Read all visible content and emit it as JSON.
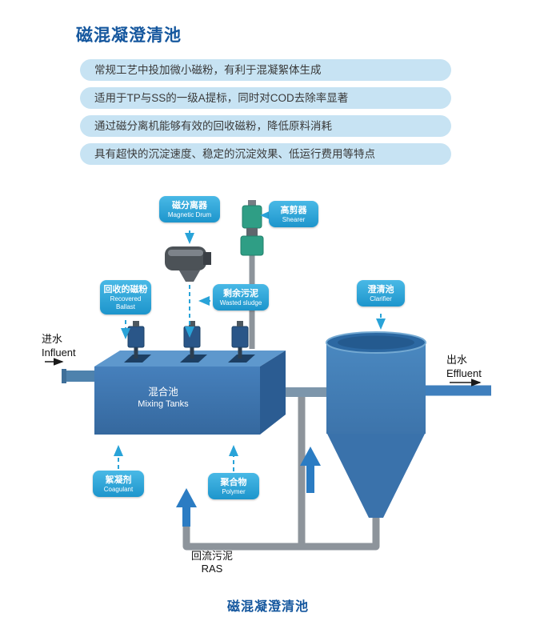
{
  "page": {
    "title": "磁混凝澄清池",
    "caption": "磁混凝澄清池"
  },
  "features": [
    "常规工艺中投加微小磁粉，有利于混凝絮体生成",
    "适用于TP与SS的一级A提标，同时对COD去除率显著",
    "通过磁分离机能够有效的回收磁粉，降低原料消耗",
    "具有超快的沉淀速度、稳定的沉淀效果、低运行费用等特点"
  ],
  "diagram": {
    "labels": {
      "magnetic_drum": {
        "zh": "磁分离器",
        "en": "Magnetic Drum"
      },
      "shearer": {
        "zh": "高剪器",
        "en": "Shearer"
      },
      "recovered_ballast": {
        "zh": "回收的磁粉",
        "en": "Recovered Ballast"
      },
      "wasted_sludge": {
        "zh": "剩余污泥",
        "en": "Wasted sludge"
      },
      "clarifier": {
        "zh": "澄清池",
        "en": "Clarifier"
      },
      "coagulant": {
        "zh": "絮凝剂",
        "en": "Coagulant"
      },
      "polymer": {
        "zh": "聚合物",
        "en": "Polymer"
      },
      "mixing_tanks": {
        "zh": "混合池",
        "en": "Mixing Tanks"
      },
      "influent": {
        "zh": "进水",
        "en": "Influent"
      },
      "effluent": {
        "zh": "出水",
        "en": "Effluent"
      },
      "ras": {
        "zh": "回流污泥",
        "en": "RAS"
      }
    },
    "colors": {
      "badge_blue": "#2ea6dc",
      "tank_blue": "#3d78b6",
      "pipe_gray": "#8d949b",
      "arrow_blue": "#2b7cc3",
      "shearer_green": "#2f9e85",
      "title_blue": "#15579e",
      "feature_bar": "#c7e3f3"
    }
  }
}
